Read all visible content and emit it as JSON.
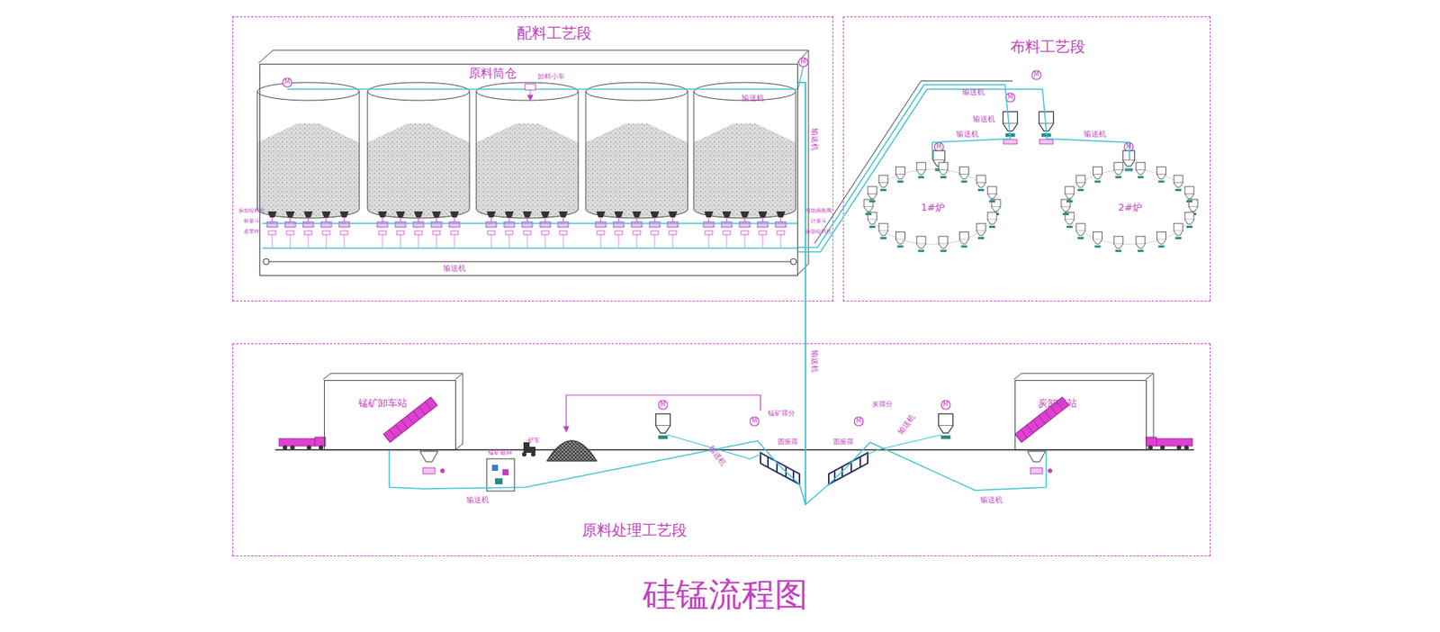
{
  "diagram": {
    "title": "硅锰流程图",
    "nodes": [
      {
        "text": [
          "配料工艺段"
        ]
      },
      {
        "text": [
          "布料工艺段"
        ]
      },
      {
        "text": [
          "原料处理工艺段"
        ]
      },
      {
        "text": [
          "原料筒仓"
        ],
        "in": 0
      },
      {
        "text": [
          "1#炉"
        ],
        "in": 1
      },
      {
        "text": [
          "2#炉"
        ],
        "in": 1
      },
      {
        "text": [
          "锰矿卸车站"
        ],
        "in": 2
      },
      {
        "text": [
          "炭卸车站"
        ],
        "in": 2
      }
    ],
    "edges": [
      {
        "from": 6,
        "to": 3,
        "arrow": "none",
        "label": "输送机"
      },
      {
        "from": 7,
        "to": 3,
        "arrow": "none",
        "label": "输送机"
      },
      {
        "from": 3,
        "to": 4,
        "arrow": "none",
        "label": "输送机"
      },
      {
        "from": 3,
        "to": 5,
        "arrow": "none",
        "label": "输送机"
      }
    ],
    "labels": [
      "卸料小车",
      "输送机",
      "输送机",
      "输送机",
      "输送机",
      "输送机",
      "输送机",
      "输送机",
      "输送机",
      "锰矿破碎",
      "铲车",
      "锰矿筛分",
      "圆振筛",
      "炭筛分",
      "圆振筛",
      "M",
      "M",
      "M",
      "M",
      "M",
      "M",
      "M",
      "M",
      "M",
      "M",
      "振动给料机",
      "称量斗",
      "皮带秤",
      "电动插板阀",
      "计量斗",
      "振动给料机"
    ]
  }
}
